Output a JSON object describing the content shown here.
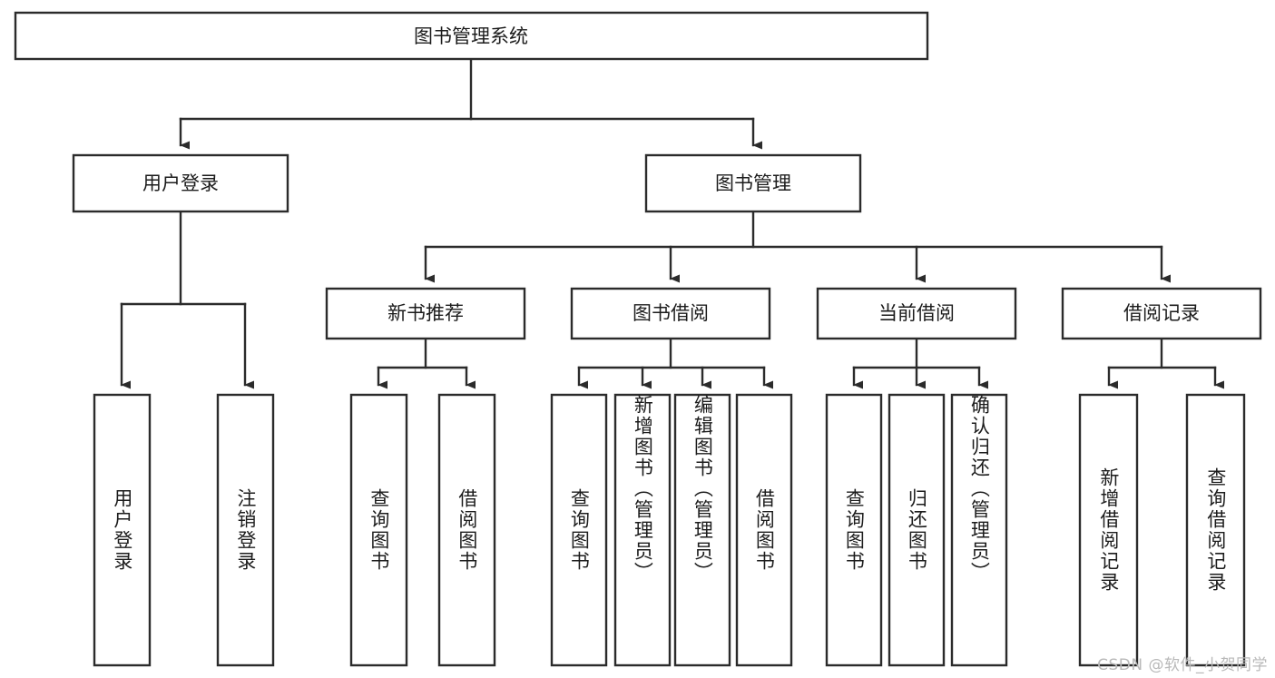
{
  "diagram": {
    "type": "tree",
    "title": "图书管理系统",
    "orientation": "top-down",
    "watermark": "CSDN @软件_小贺同学",
    "colors": {
      "box_stroke": "#2b2b2b",
      "box_fill": "#ffffff",
      "text": "#1c1c1c",
      "background": "#ffffff",
      "watermark": "#b9b9b9"
    },
    "root": {
      "label": "图书管理系统"
    },
    "level2": [
      {
        "label": "用户登录"
      },
      {
        "label": "图书管理"
      }
    ],
    "level3": [
      {
        "label": "新书推荐"
      },
      {
        "label": "图书借阅"
      },
      {
        "label": "当前借阅"
      },
      {
        "label": "借阅记录"
      }
    ],
    "leaves": {
      "user_login": [
        {
          "label": "用户登录"
        },
        {
          "label": "注销登录"
        }
      ],
      "new_book_recommend": [
        {
          "label": "查询图书"
        },
        {
          "label": "借阅图书"
        }
      ],
      "book_borrow": [
        {
          "label": "查询图书"
        },
        {
          "label": "新增图书（管理员）"
        },
        {
          "label": "编辑图书（管理员）"
        },
        {
          "label": "借阅图书"
        }
      ],
      "current_borrow": [
        {
          "label": "查询图书"
        },
        {
          "label": "归还图书"
        },
        {
          "label": "确认归还（管理员）"
        }
      ],
      "borrow_record": [
        {
          "label": "新增借阅记录"
        },
        {
          "label": "查询借阅记录"
        }
      ]
    }
  }
}
